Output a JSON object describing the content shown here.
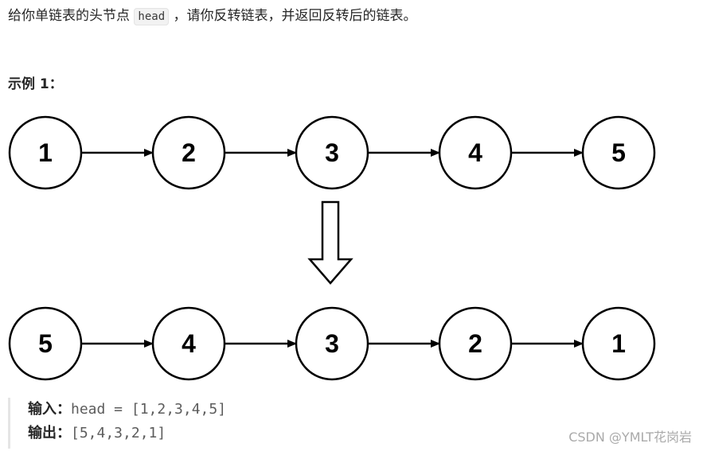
{
  "intro": {
    "before": "给你单链表的头节点 ",
    "code": "head",
    "after": " ，请你反转链表，并返回反转后的链表。"
  },
  "example_title": "示例 1：",
  "diagram": {
    "top_row": [
      "1",
      "2",
      "3",
      "4",
      "5"
    ],
    "bottom_row": [
      "5",
      "4",
      "3",
      "2",
      "1"
    ]
  },
  "example": {
    "input_label": "输入：",
    "input_value": "head = [1,2,3,4,5]",
    "output_label": "输出：",
    "output_value": "[5,4,3,2,1]"
  },
  "watermark": "CSDN @YMLT花岗岩"
}
